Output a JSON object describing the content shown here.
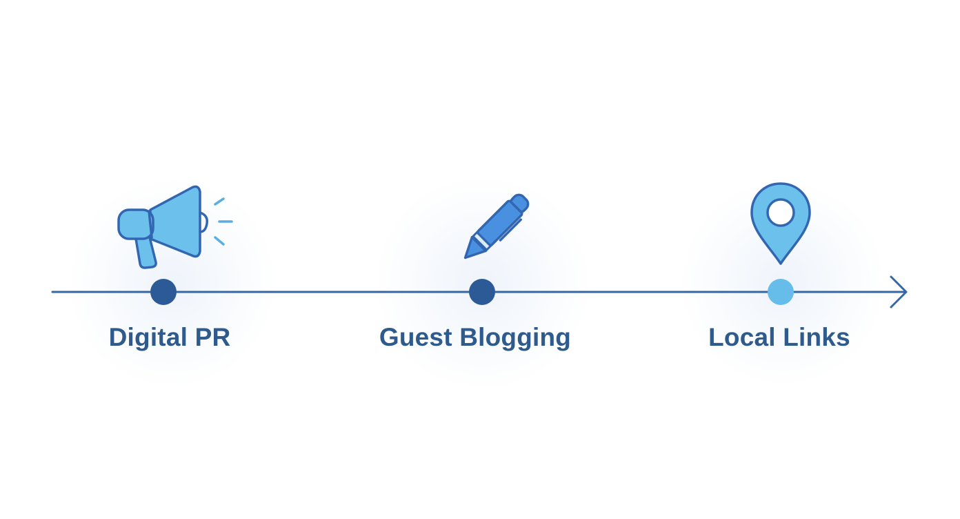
{
  "steps": [
    {
      "label": "Digital PR",
      "icon": "megaphone-icon"
    },
    {
      "label": "Guest Blogging",
      "icon": "pen-icon"
    },
    {
      "label": "Local Links",
      "icon": "map-pin-icon"
    }
  ],
  "colors": {
    "timeline": "#3566a6",
    "node_dark": "#2c5a96",
    "node_light": "#66bdea",
    "icon_fill_light": "#6cc0ec",
    "icon_fill_mid": "#4a90e0",
    "icon_stroke": "#3266b0",
    "label_text": "#2e5a8c"
  }
}
